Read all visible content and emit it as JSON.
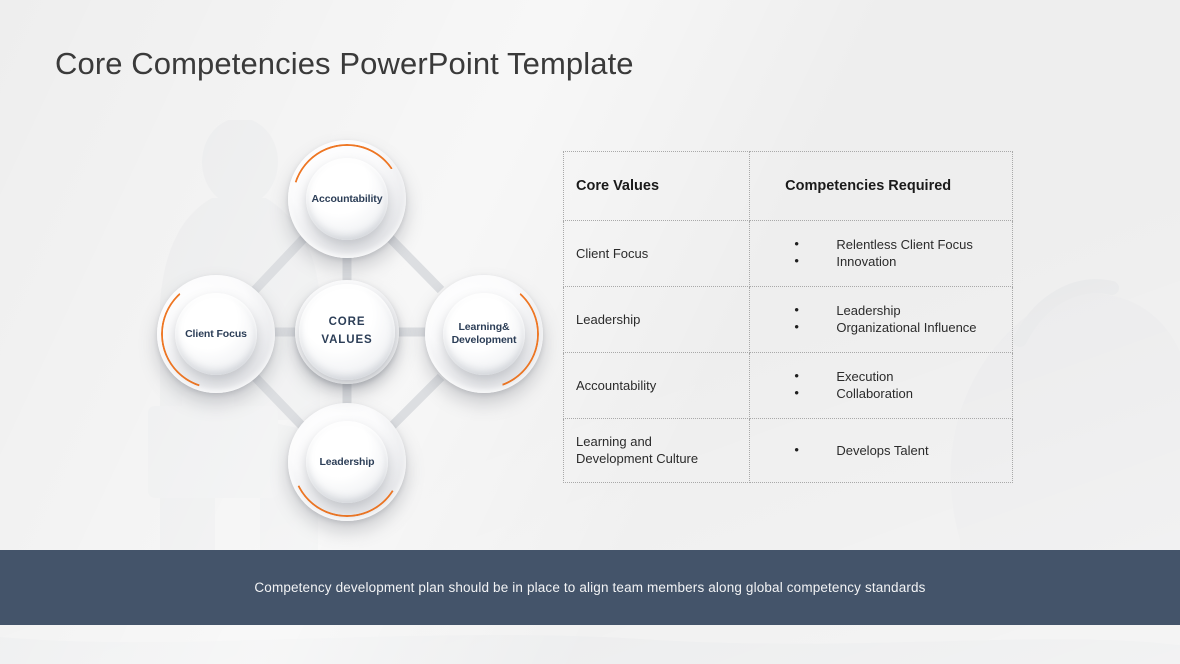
{
  "slide": {
    "title": "Core Competencies PowerPoint Template",
    "background_color": "#eeeeee",
    "accent_color": "#ee7623",
    "footer_color": "#44546a",
    "label_color": "#2c3e57"
  },
  "diagram": {
    "center": {
      "line1": "CORE",
      "line2": "VALUES"
    },
    "nodes": [
      {
        "name": "accountability",
        "label": "Accountability",
        "arc_position": "top"
      },
      {
        "name": "client-focus",
        "label": "Client Focus",
        "arc_position": "left"
      },
      {
        "name": "learning-development",
        "label_line1": "Learning&",
        "label_line2": "Development",
        "arc_position": "right"
      },
      {
        "name": "leadership",
        "label": "Leadership",
        "arc_position": "bottom-left"
      }
    ]
  },
  "table": {
    "headers": {
      "core_values": "Core Values",
      "competencies_required": "Competencies Required"
    },
    "rows": [
      {
        "value_line1": "Client Focus",
        "value_line2": "",
        "competencies": [
          "Relentless Client Focus",
          "Innovation"
        ]
      },
      {
        "value_line1": "Leadership",
        "value_line2": "",
        "competencies": [
          "Leadership",
          "Organizational Influence"
        ]
      },
      {
        "value_line1": "Accountability",
        "value_line2": "",
        "competencies": [
          "Execution",
          "Collaboration"
        ]
      },
      {
        "value_line1": "Learning and",
        "value_line2": "Development Culture",
        "competencies": [
          "Develops Talent"
        ]
      }
    ]
  },
  "footer": {
    "text": "Competency development plan should be in place to align team members along global competency standards"
  }
}
